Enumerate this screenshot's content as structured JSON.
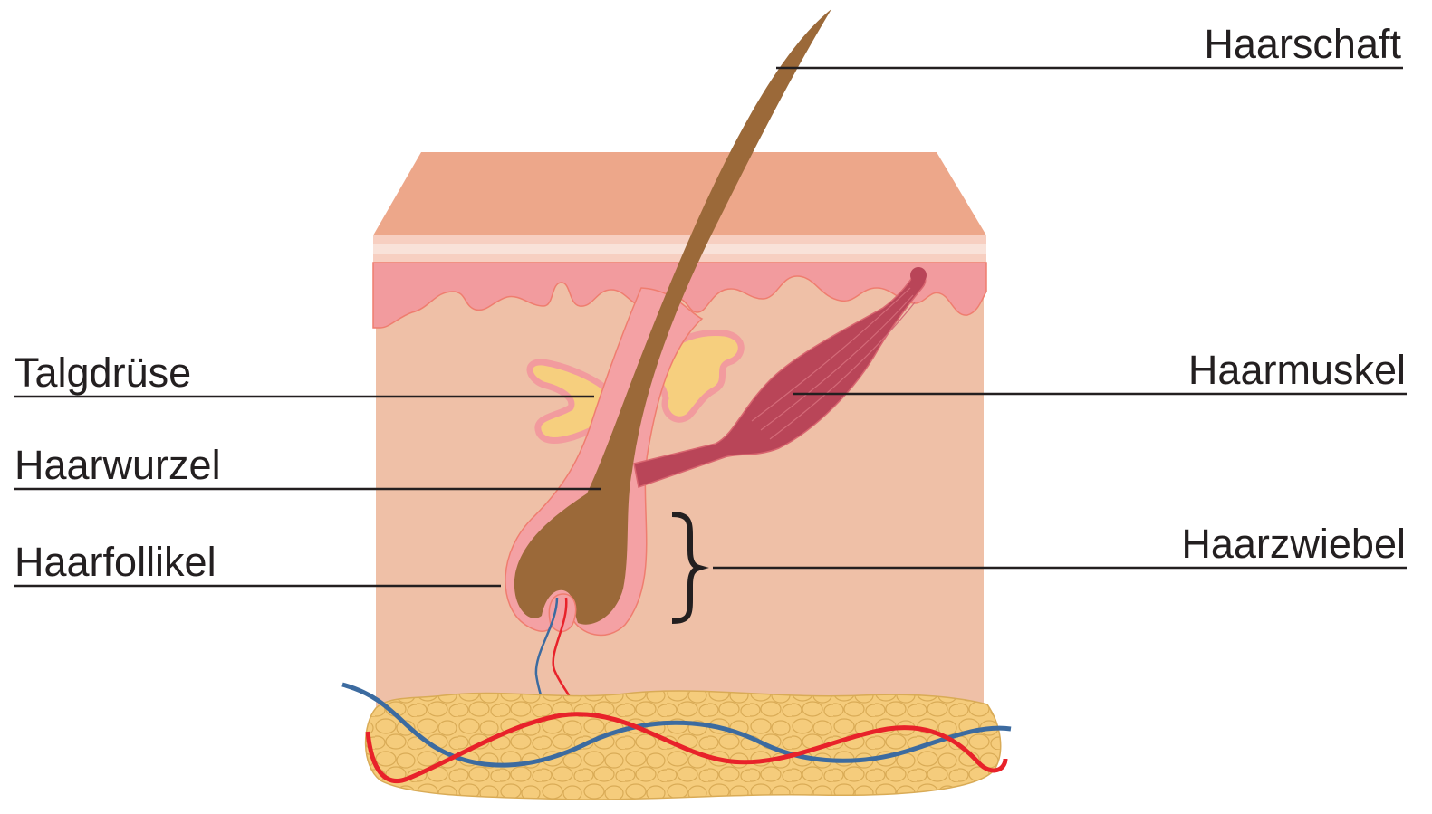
{
  "labels": {
    "hair_shaft": "Haarschaft",
    "sebaceous_gland": "Talgdrüse",
    "hair_root": "Haarwurzel",
    "hair_follicle": "Haarfollikel",
    "arrector_muscle": "Haarmuskel",
    "hair_bulb": "Haarzwiebel"
  },
  "colors": {
    "epidermis_top": "#eda78a",
    "epidermis_stripe": "#f5c9bb",
    "dermis_pink": "#f29b9e",
    "dermis": "#efc0a7",
    "fat": "#f5cc7c",
    "hair": "#9b6939",
    "gland": "#f6cf7e",
    "muscle": "#b94558",
    "vein": "#3c6ba0",
    "artery": "#e8222a",
    "line": "#231f20"
  }
}
